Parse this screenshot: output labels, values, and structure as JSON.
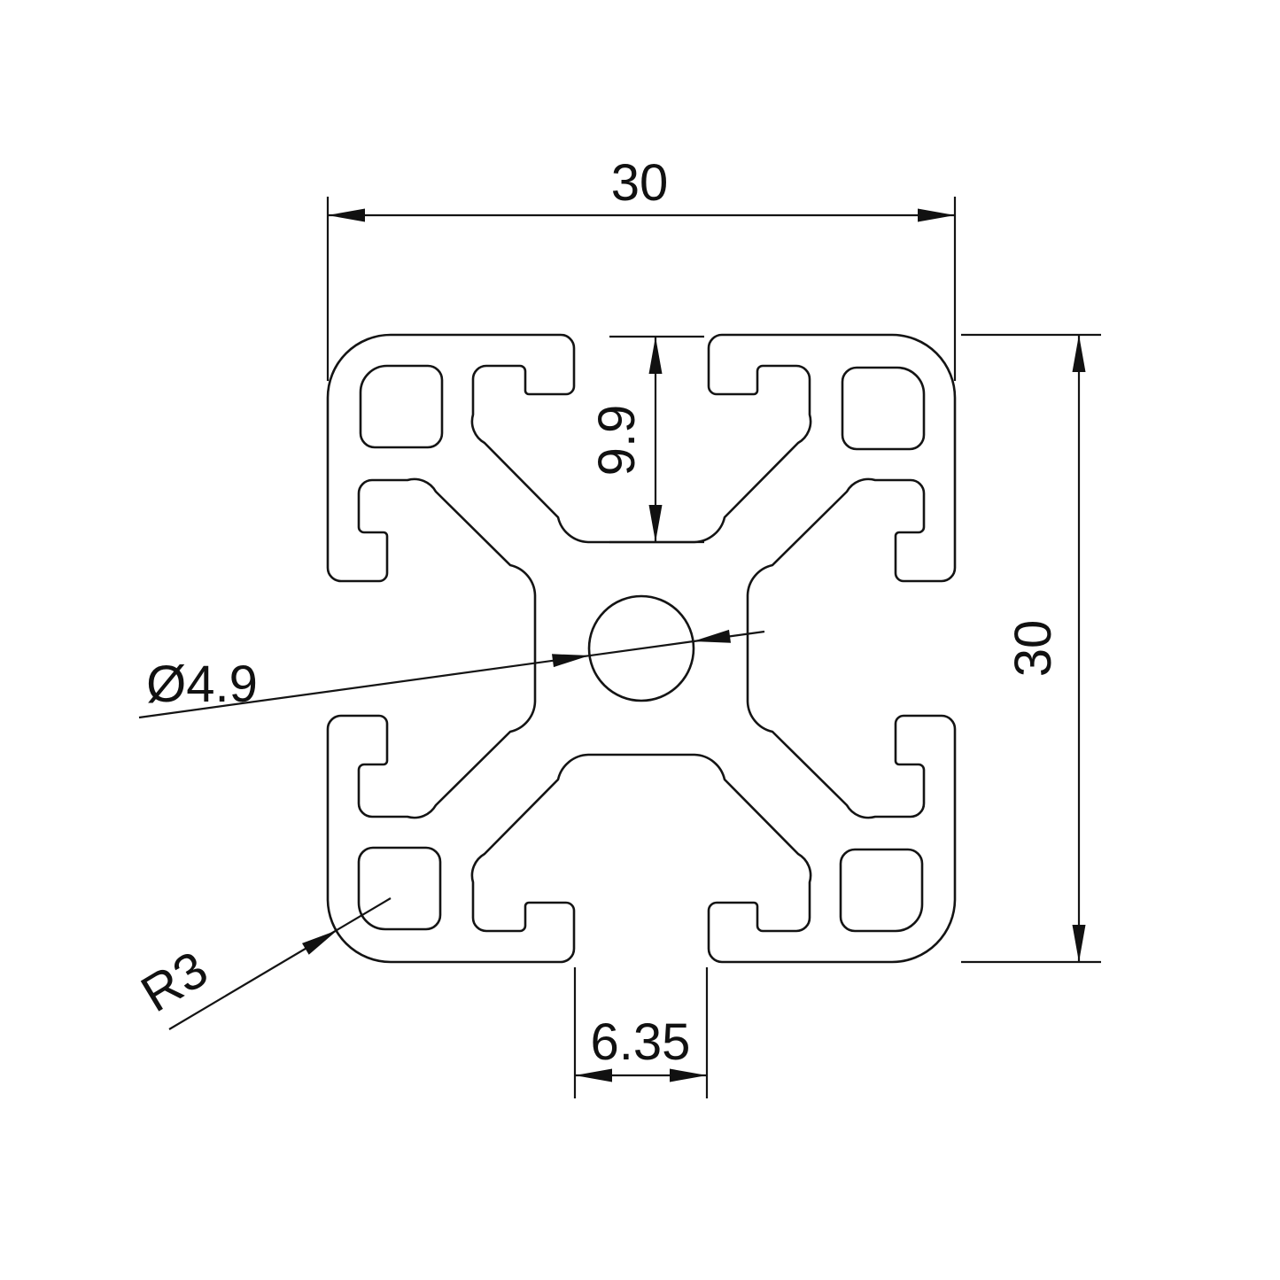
{
  "drawing": {
    "labels": {
      "overall_width": "30",
      "overall_height": "30",
      "slot_depth": "9.9",
      "hole_diameter": "Ø4.9",
      "corner_radius": "R3",
      "slot_width": "6.35"
    },
    "colors": {
      "background": "#ffffff",
      "line": "#141414"
    }
  }
}
